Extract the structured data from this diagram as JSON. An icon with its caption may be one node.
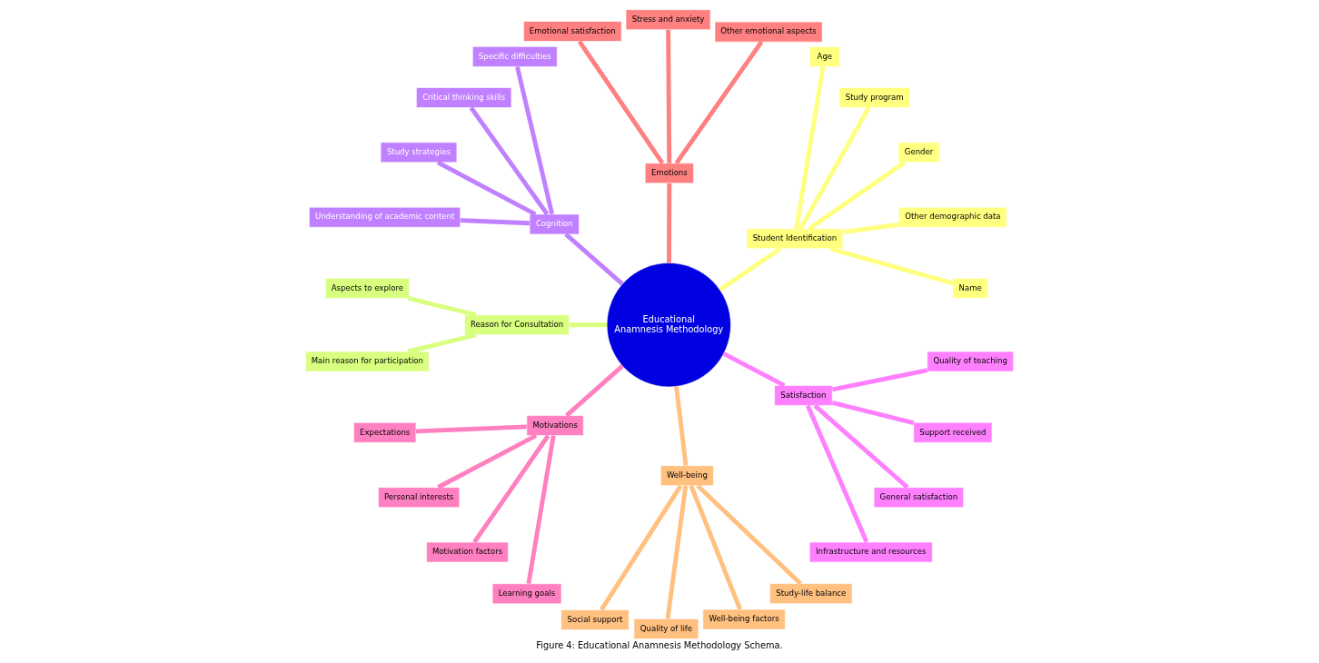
{
  "diagram": {
    "caption": "Figure 4: Educational Anamnesis Methodology Schema.",
    "nodes": [
      {
        "text": [
          "Educational Anamnesis Methodology"
        ]
      },
      {
        "text": [
          "Student Identification"
        ]
      },
      {
        "text": [
          "Name"
        ]
      },
      {
        "text": [
          "Other demographic data"
        ]
      },
      {
        "text": [
          "Gender"
        ]
      },
      {
        "text": [
          "Study program"
        ]
      },
      {
        "text": [
          "Age"
        ]
      },
      {
        "text": [
          "Emotions"
        ]
      },
      {
        "text": [
          "Other emotional aspects"
        ]
      },
      {
        "text": [
          "Stress and anxiety"
        ]
      },
      {
        "text": [
          "Emotional satisfaction"
        ]
      },
      {
        "text": [
          "Cognition"
        ]
      },
      {
        "text": [
          "Specific difficulties"
        ]
      },
      {
        "text": [
          "Critical thinking skills"
        ]
      },
      {
        "text": [
          "Study strategies"
        ]
      },
      {
        "text": [
          "Understanding of academic content"
        ]
      },
      {
        "text": [
          "Reason for Consultation"
        ]
      },
      {
        "text": [
          "Aspects to explore"
        ]
      },
      {
        "text": [
          "Main reason for participation"
        ]
      },
      {
        "text": [
          "Motivations"
        ]
      },
      {
        "text": [
          "Expectations"
        ]
      },
      {
        "text": [
          "Personal interests"
        ]
      },
      {
        "text": [
          "Motivation factors"
        ]
      },
      {
        "text": [
          "Learning goals"
        ]
      },
      {
        "text": [
          "Well-being"
        ]
      },
      {
        "text": [
          "Social support"
        ]
      },
      {
        "text": [
          "Quality of life"
        ]
      },
      {
        "text": [
          "Well-being factors"
        ]
      },
      {
        "text": [
          "Study-life balance"
        ]
      },
      {
        "text": [
          "Satisfaction"
        ]
      },
      {
        "text": [
          "Infrastructure and resources"
        ]
      },
      {
        "text": [
          "General satisfaction"
        ]
      },
      {
        "text": [
          "Support received"
        ]
      },
      {
        "text": [
          "Quality of teaching"
        ]
      }
    ],
    "edges": [
      {
        "from": 0,
        "to": 1,
        "arrow": "none",
        "color": "#ffff80"
      },
      {
        "from": 1,
        "to": 2,
        "arrow": "none",
        "color": "#ffff80"
      },
      {
        "from": 1,
        "to": 3,
        "arrow": "none",
        "color": "#ffff80"
      },
      {
        "from": 1,
        "to": 4,
        "arrow": "none",
        "color": "#ffff80"
      },
      {
        "from": 1,
        "to": 5,
        "arrow": "none",
        "color": "#ffff80"
      },
      {
        "from": 1,
        "to": 6,
        "arrow": "none",
        "color": "#ffff80"
      },
      {
        "from": 0,
        "to": 7,
        "arrow": "none",
        "color": "#ff8080"
      },
      {
        "from": 7,
        "to": 8,
        "arrow": "none",
        "color": "#ff8080"
      },
      {
        "from": 7,
        "to": 9,
        "arrow": "none",
        "color": "#ff8080"
      },
      {
        "from": 7,
        "to": 10,
        "arrow": "none",
        "color": "#ff8080"
      },
      {
        "from": 0,
        "to": 11,
        "arrow": "none",
        "color": "#c080ff"
      },
      {
        "from": 11,
        "to": 12,
        "arrow": "none",
        "color": "#c080ff"
      },
      {
        "from": 11,
        "to": 13,
        "arrow": "none",
        "color": "#c080ff"
      },
      {
        "from": 11,
        "to": 14,
        "arrow": "none",
        "color": "#c080ff"
      },
      {
        "from": 11,
        "to": 15,
        "arrow": "none",
        "color": "#c080ff"
      },
      {
        "from": 0,
        "to": 16,
        "arrow": "none",
        "color": "#d8ff80"
      },
      {
        "from": 16,
        "to": 17,
        "arrow": "none",
        "color": "#d8ff80"
      },
      {
        "from": 16,
        "to": 18,
        "arrow": "none",
        "color": "#d8ff80"
      },
      {
        "from": 0,
        "to": 19,
        "arrow": "none",
        "color": "#ff80c0"
      },
      {
        "from": 19,
        "to": 20,
        "arrow": "none",
        "color": "#ff80c0"
      },
      {
        "from": 19,
        "to": 21,
        "arrow": "none",
        "color": "#ff80c0"
      },
      {
        "from": 19,
        "to": 22,
        "arrow": "none",
        "color": "#ff80c0"
      },
      {
        "from": 19,
        "to": 23,
        "arrow": "none",
        "color": "#ff80c0"
      },
      {
        "from": 0,
        "to": 24,
        "arrow": "none",
        "color": "#ffc080"
      },
      {
        "from": 24,
        "to": 25,
        "arrow": "none",
        "color": "#ffc080"
      },
      {
        "from": 24,
        "to": 26,
        "arrow": "none",
        "color": "#ffc080"
      },
      {
        "from": 24,
        "to": 27,
        "arrow": "none",
        "color": "#ffc080"
      },
      {
        "from": 24,
        "to": 28,
        "arrow": "none",
        "color": "#ffc080"
      },
      {
        "from": 0,
        "to": 29,
        "arrow": "none",
        "color": "#ff80ff"
      },
      {
        "from": 29,
        "to": 30,
        "arrow": "none",
        "color": "#ff80ff"
      },
      {
        "from": 29,
        "to": 31,
        "arrow": "none",
        "color": "#ff80ff"
      },
      {
        "from": 29,
        "to": 32,
        "arrow": "none",
        "color": "#ff80ff"
      },
      {
        "from": 29,
        "to": 33,
        "arrow": "none",
        "color": "#ff80ff"
      }
    ]
  }
}
